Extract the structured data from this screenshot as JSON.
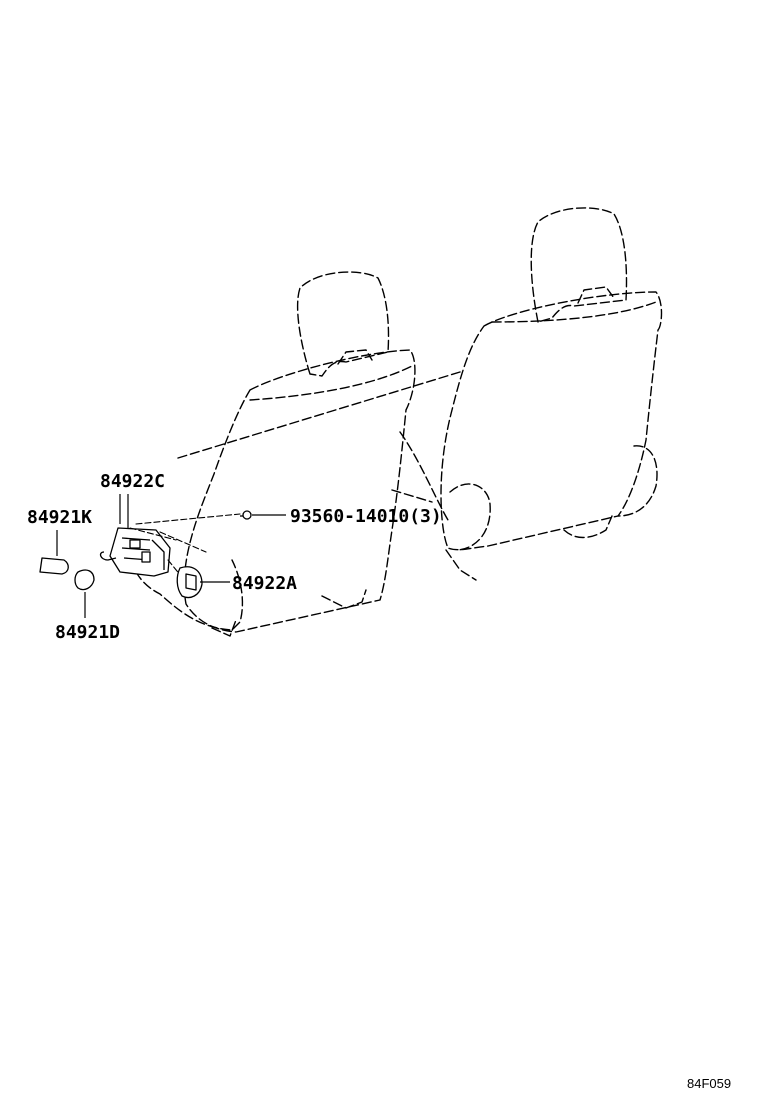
{
  "diagram": {
    "callouts": {
      "switch_assembly": "84922C",
      "knob_k": "84921K",
      "knob_d": "84921D",
      "screw": "93560-14010(3)",
      "switch_a": "84922A"
    },
    "diagram_id": "84F059"
  }
}
